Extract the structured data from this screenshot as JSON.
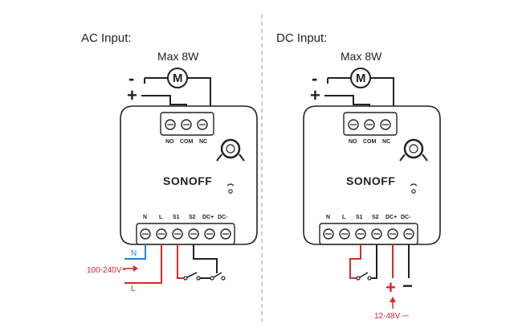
{
  "colors": {
    "line": "#222222",
    "red": "#d12b2b",
    "blue": "#2a7fc8",
    "divider": "#999999",
    "device_fill": "#ffffff"
  },
  "ac": {
    "title": "AC Input:",
    "load": "Max 8W",
    "motor": "M",
    "minus": "-",
    "plus": "+",
    "top_terminals": [
      "NO",
      "COM",
      "NC"
    ],
    "brand": "SONOFF",
    "bottom_terminals": [
      "N",
      "L",
      "S1",
      "S2",
      "DC+",
      "DC-"
    ],
    "neutral_label": "N",
    "voltage_label": "100-240V~",
    "live_label": "L"
  },
  "dc": {
    "title": "DC Input:",
    "load": "Max 8W",
    "motor": "M",
    "minus": "-",
    "plus": "+",
    "top_terminals": [
      "NO",
      "COM",
      "NC"
    ],
    "brand": "SONOFF",
    "bottom_terminals": [
      "N",
      "L",
      "S1",
      "S2",
      "DC+",
      "DC-"
    ],
    "plus_sign": "+",
    "minus_sign": "−",
    "voltage_label": "12-48V ⎓"
  },
  "icons": {
    "motor": "motor-icon",
    "button": "keyhole-button-icon",
    "wifi": "wifi-signal-icon",
    "switch": "switch-icon"
  }
}
